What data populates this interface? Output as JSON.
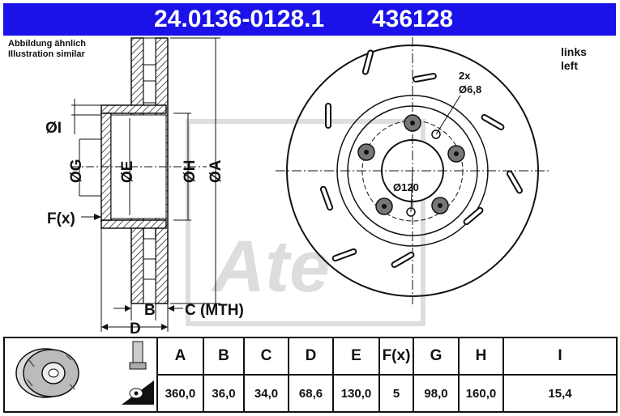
{
  "header": {
    "part_number": "24.0136-0128.1",
    "ref_number": "436128",
    "bg_color": "#1a12e8"
  },
  "note": {
    "line1": "Abbildung ähnlich",
    "line2": "Illustration similar"
  },
  "side": {
    "line1": "links",
    "line2": "left"
  },
  "labels": {
    "i": "ØI",
    "g": "ØG",
    "e": "ØE",
    "h": "ØH",
    "a": "ØA",
    "f": "F(x)",
    "b": "B",
    "c": "C (MTH)",
    "d": "D",
    "holes_count": "2x",
    "holes_dia": "Ø6,8",
    "pcd": "Ø120"
  },
  "table": {
    "headers": [
      "A",
      "B",
      "C",
      "D",
      "E",
      "F(x)",
      "G",
      "H",
      "I"
    ],
    "values": [
      "360,0",
      "36,0",
      "34,0",
      "68,6",
      "130,0",
      "5",
      "98,0",
      "160,0",
      "15,4"
    ]
  },
  "icons": [
    "brake-disc-icon",
    "bolt-icon",
    "screw-icon"
  ]
}
